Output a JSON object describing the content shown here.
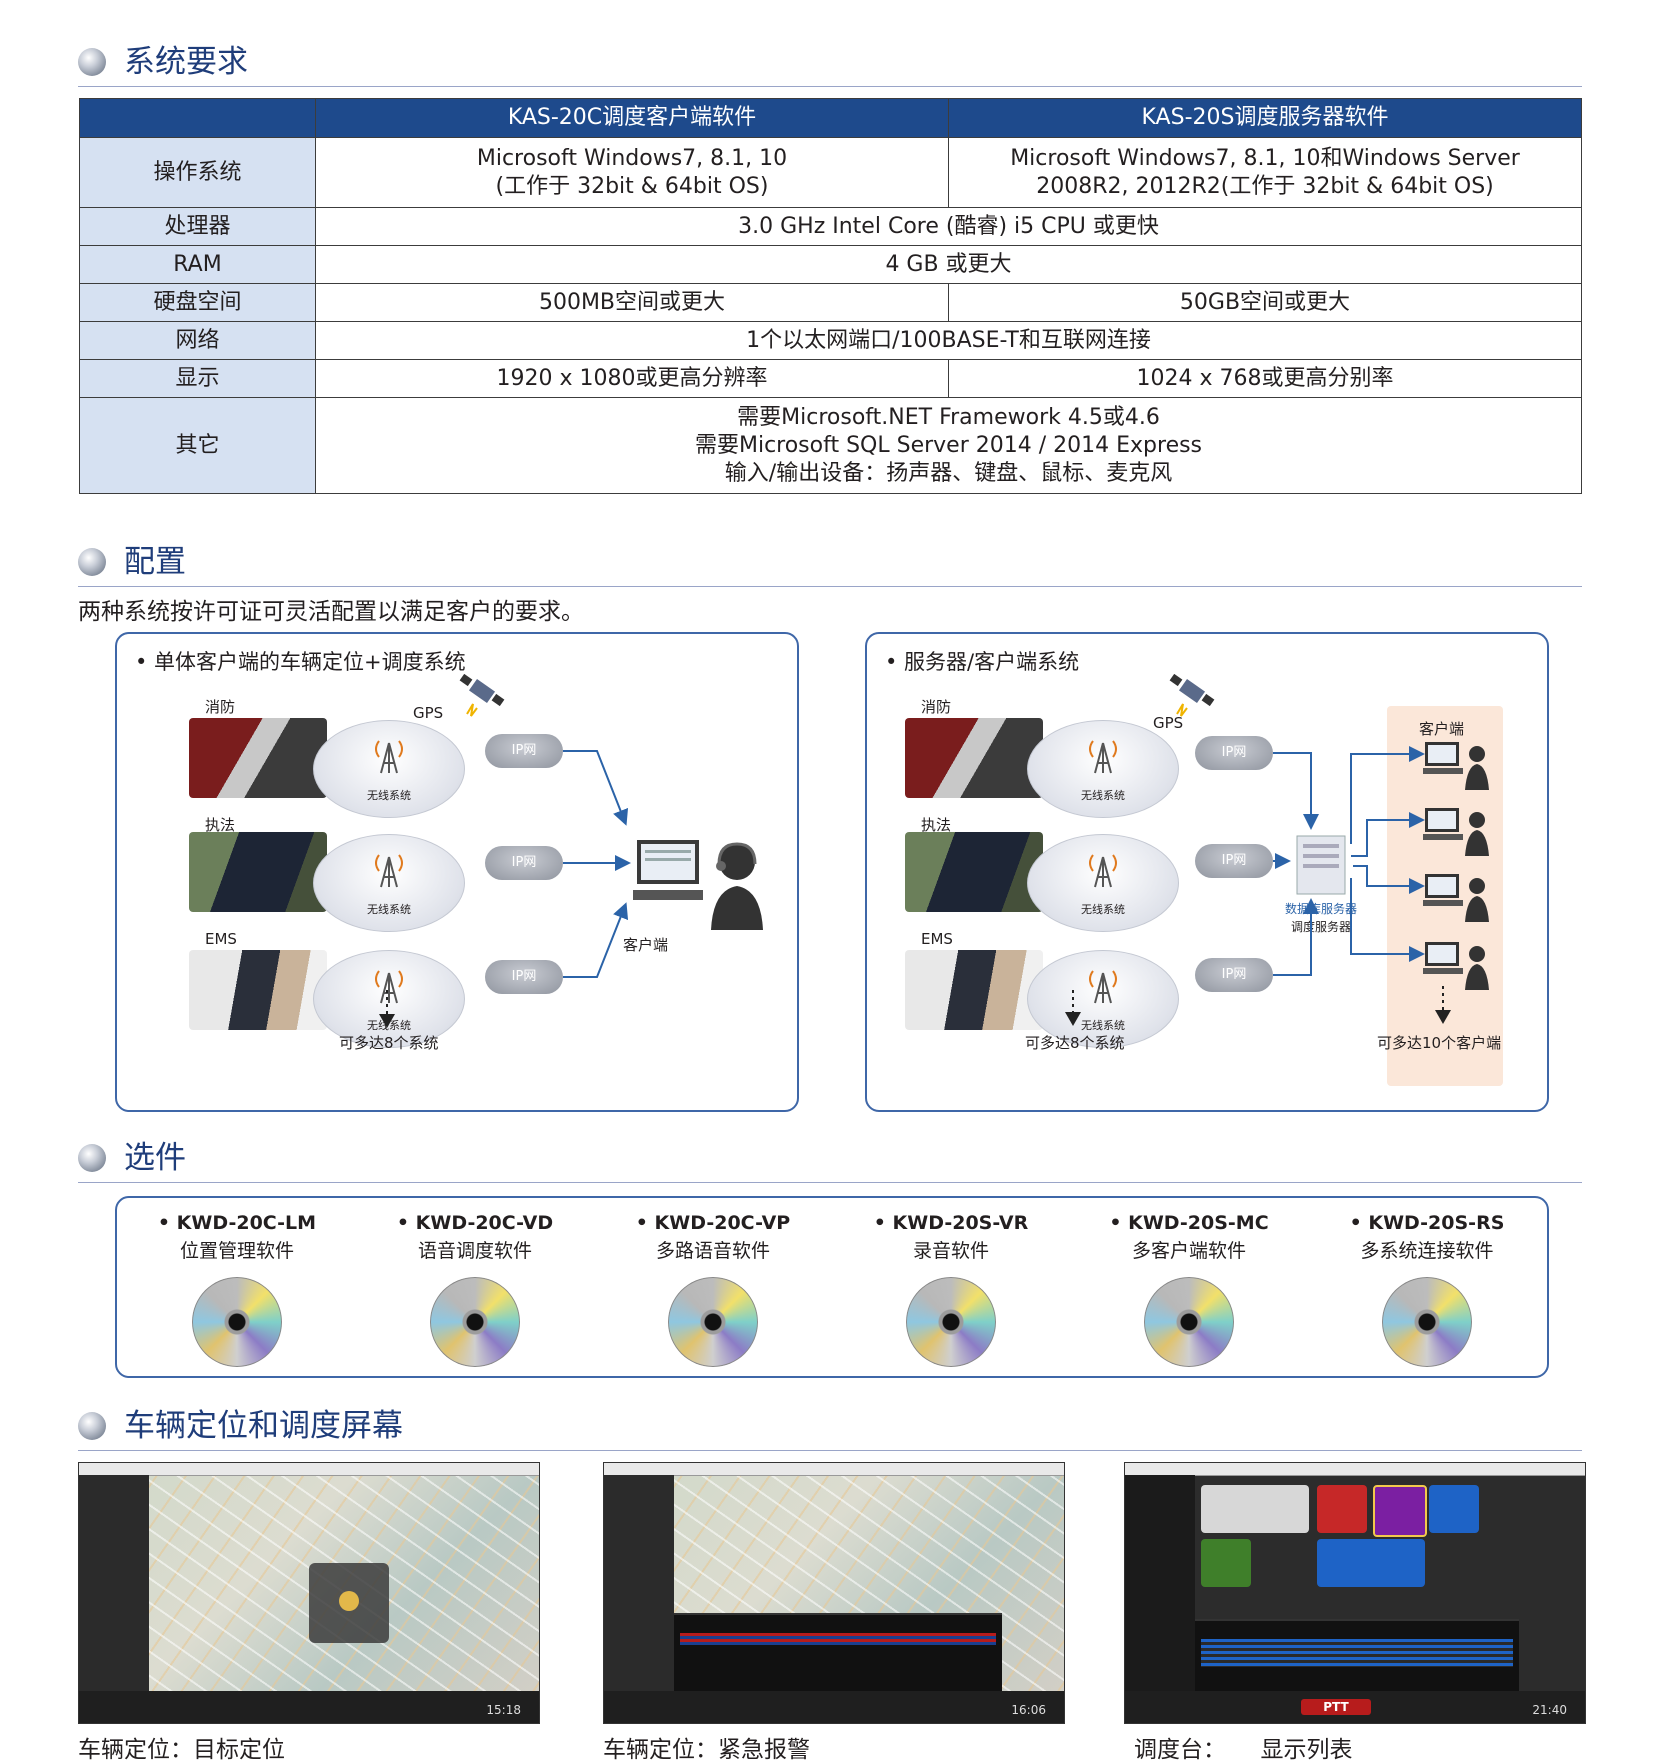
{
  "sections": {
    "requirements": "系统要求",
    "config": "配置",
    "options": "选件",
    "screens": "车辆定位和调度屏幕"
  },
  "table": {
    "col_client": "KAS-20C调度客户端软件",
    "col_server": "KAS-20S调度服务器软件",
    "rows": {
      "os": {
        "label": "操作系统",
        "client_1": "Microsoft Windows7, 8.1, 10",
        "client_2": "(工作于 32bit & 64bit OS)",
        "server_1": "Microsoft Windows7, 8.1, 10和Windows Server",
        "server_2": "2008R2, 2012R2(工作于 32bit & 64bit OS)"
      },
      "cpu": {
        "label": "处理器",
        "value": "3.0 GHz Intel Core (酷睿) i5 CPU 或更快"
      },
      "ram": {
        "label": "RAM",
        "value": "4 GB 或更大"
      },
      "disk": {
        "label": "硬盘空间",
        "client": "500MB空间或更大",
        "server": "50GB空间或更大"
      },
      "network": {
        "label": "网络",
        "value": "1个以太网端口/100BASE-T和互联网连接"
      },
      "display": {
        "label": "显示",
        "client": "1920 x 1080或更高分辨率",
        "server": "1024 x 768或更高分别率"
      },
      "other": {
        "label": "其它",
        "line1": "需要Microsoft.NET Framework 4.5或4.6",
        "line2": "需要Microsoft SQL Server 2014 / 2014 Express",
        "line3": "输入/输出设备：扬声器、键盘、鼠标、麦克风"
      }
    }
  },
  "config_intro": "两种系统按许可证可灵活配置以满足客户的要求。",
  "panel_left": {
    "title": "• 单体客户端的车辆定位+调度系统",
    "fire": "消防",
    "police": "执法",
    "ems": "EMS",
    "gps": "GPS",
    "radio": "无线系统",
    "ip": "IP网",
    "client": "客户端",
    "note": "可多达8个系统"
  },
  "panel_right": {
    "title": "• 服务器/客户端系统",
    "fire": "消防",
    "police": "执法",
    "ems": "EMS",
    "gps": "GPS",
    "radio": "无线系统",
    "ip": "IP网",
    "client_area": "客户端",
    "db_server": "数据库服务器",
    "dispatch_server": "调度服务器",
    "note_systems": "可多达8个系统",
    "note_clients": "可多达10个客户端"
  },
  "options": [
    {
      "code": "• KWD-20C-LM",
      "desc": "位置管理软件"
    },
    {
      "code": "• KWD-20C-VD",
      "desc": "语音调度软件"
    },
    {
      "code": "• KWD-20C-VP",
      "desc": "多路语音软件"
    },
    {
      "code": "• KWD-20S-VR",
      "desc": "录音软件"
    },
    {
      "code": "• KWD-20S-MC",
      "desc": "多客户端软件"
    },
    {
      "code": "• KWD-20S-RS",
      "desc": "多系统连接软件"
    }
  ],
  "screens": [
    {
      "caption": "车辆定位：目标定位",
      "clock": "15:18"
    },
    {
      "caption": "车辆定位：紧急报警",
      "clock": "16:06"
    },
    {
      "caption": "调度台：　　显示列表",
      "clock": "21:40",
      "ptt": "PTT"
    }
  ],
  "colors": {
    "heading": "#1f3d7a",
    "table_header": "#1e4a8c",
    "label_cell": "#d6e1f2",
    "panel_border": "#3f67a8",
    "arrow": "#2b63a8"
  },
  "icons": [
    "section-bullet-icon",
    "satellite-icon",
    "antenna-icon",
    "radio-icon",
    "cloud-icon",
    "computer-icon",
    "headset-operator-icon",
    "server-icon",
    "cd-disc-icon"
  ]
}
